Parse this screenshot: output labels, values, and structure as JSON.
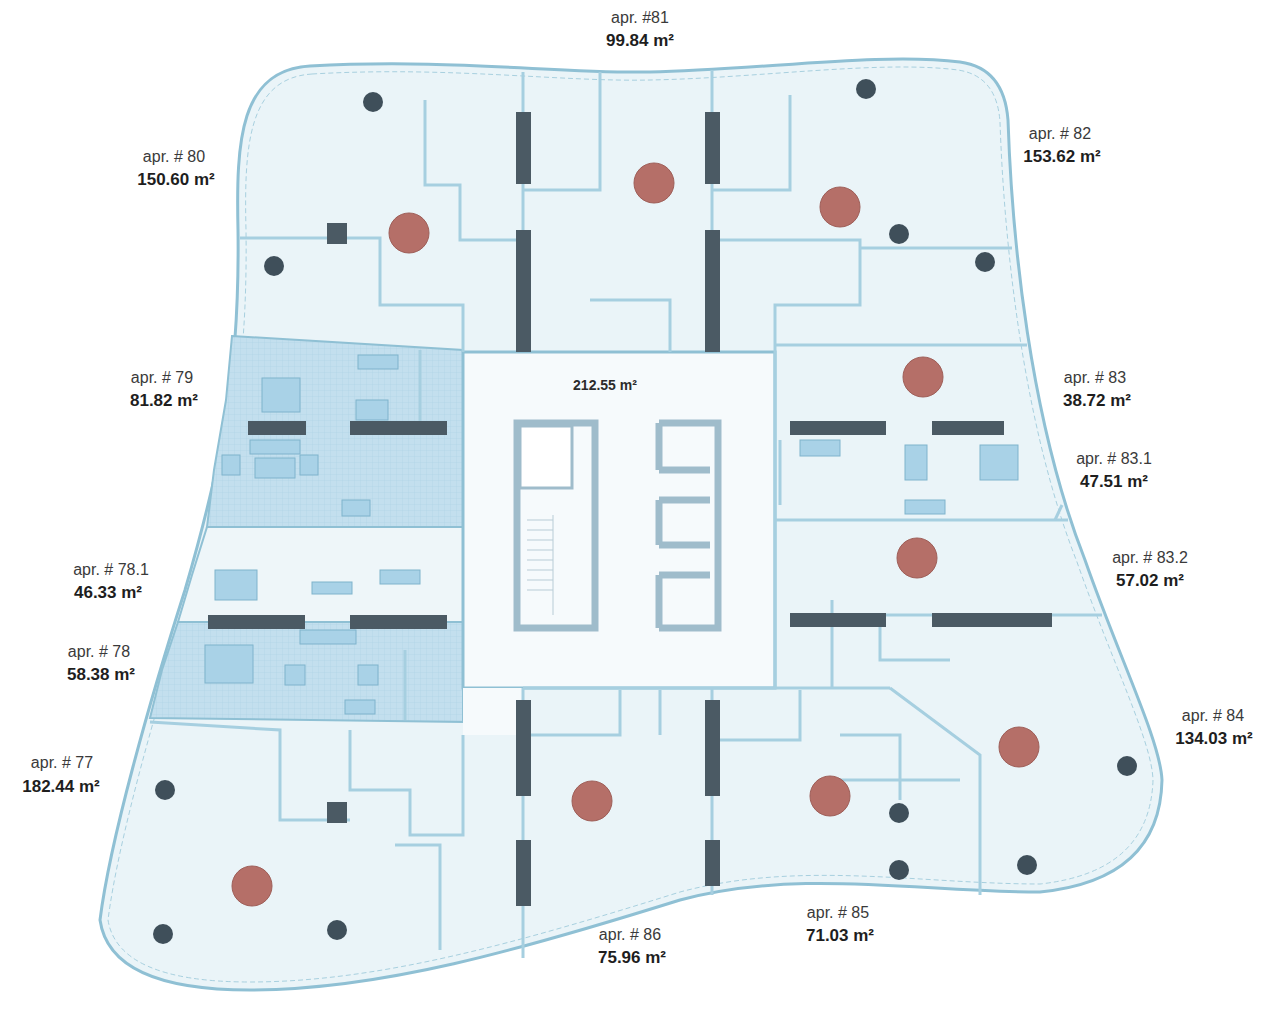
{
  "diagram": {
    "labels": [
      "apr. #81",
      "99.84 m²",
      "apr. # 80",
      "150.60 m²",
      "apr. # 82",
      "153.62 m²",
      "apr. # 79",
      "81.82 m²",
      "apr. # 83",
      "38.72 m²",
      "apr. # 83.1",
      "47.51 m²",
      "apr. # 83.2",
      "57.02 m²",
      "apr. # 78.1",
      "46.33 m²",
      "apr. # 78",
      "58.38 m²",
      "apr. # 77",
      "182.44 m²",
      "apr. # 86",
      "75.96 m²",
      "apr. # 85",
      "71.03 m²",
      "apr. # 84",
      "134.03 m²",
      "212.55 m²"
    ]
  }
}
